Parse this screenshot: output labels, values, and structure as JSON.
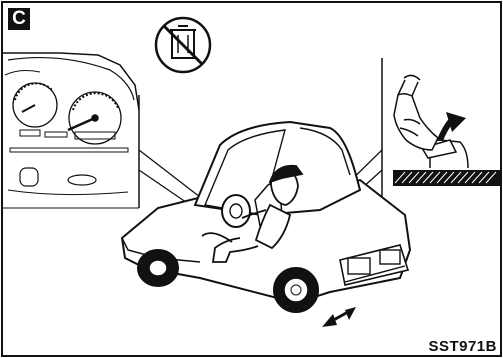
{
  "panel": {
    "letter": "C"
  },
  "reference_code": "SST971B",
  "icons": {
    "prohibition": "no-trash-prohibition-icon",
    "gauge": "instrument-cluster-gauge",
    "lever": "hand-lever-icon",
    "rock_arrow": "double-headed-arrow-icon"
  }
}
